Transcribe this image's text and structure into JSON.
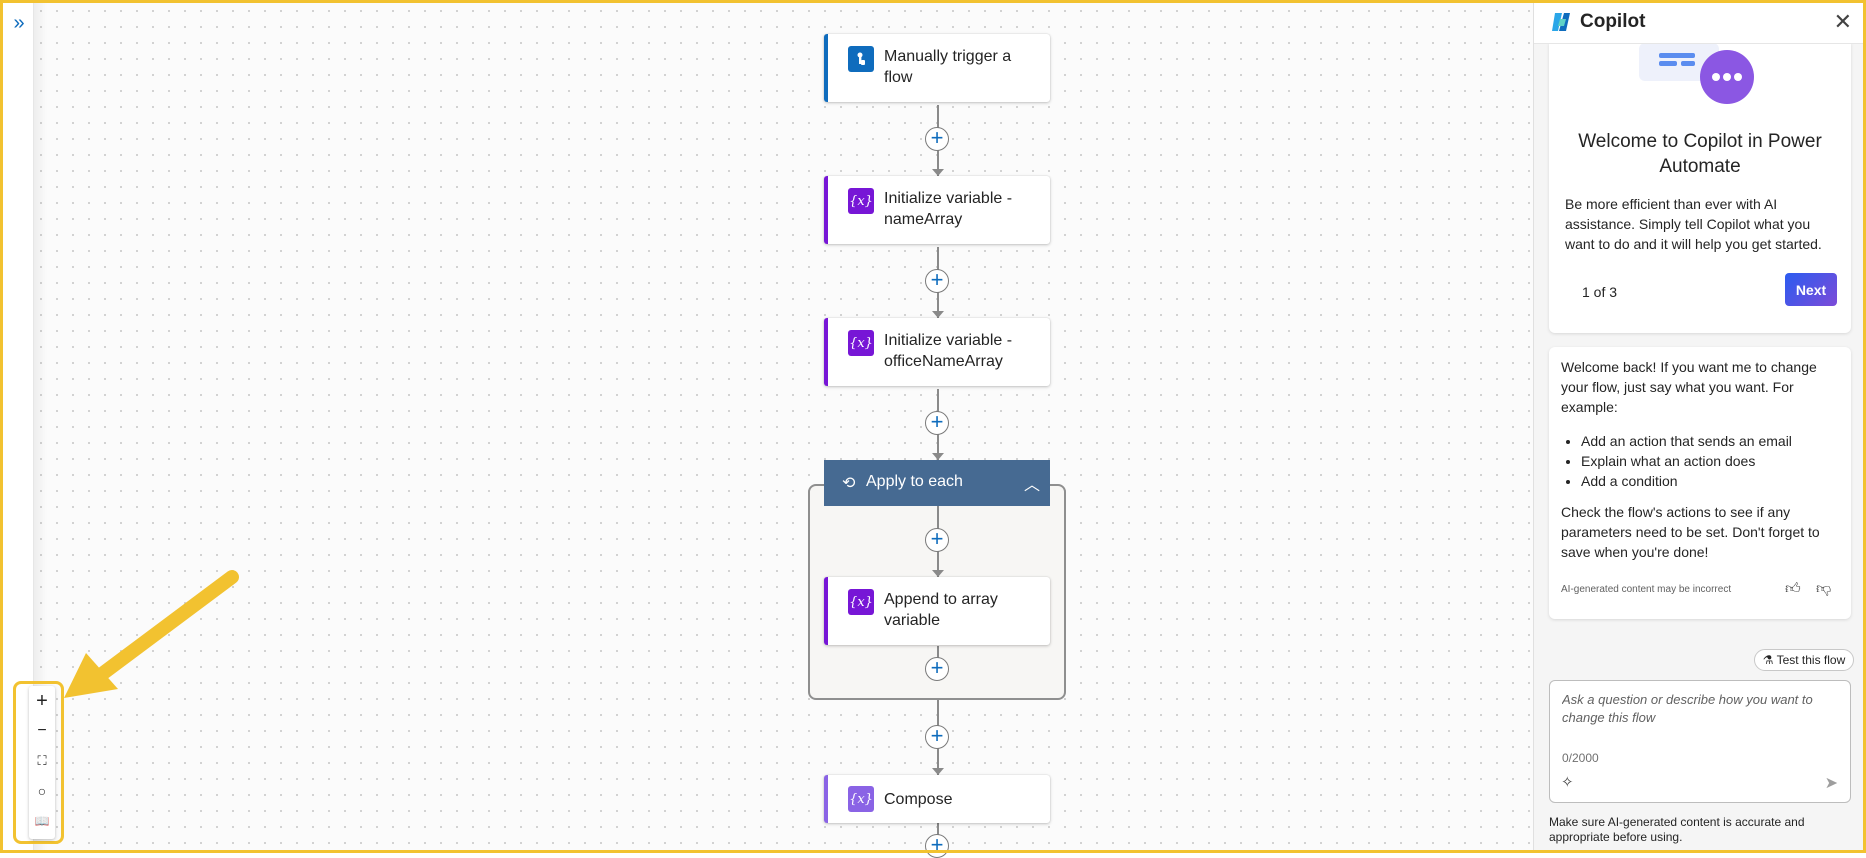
{
  "flow": {
    "trigger": {
      "title": "Manually trigger a flow"
    },
    "init_name": {
      "title": "Initialize variable - nameArray"
    },
    "init_office": {
      "title": "Initialize variable - officeNameArray"
    },
    "loop": {
      "title": "Apply to each"
    },
    "append": {
      "title": "Append to array variable"
    },
    "compose": {
      "title": "Compose"
    },
    "var_icon_glyph": "{x}",
    "plus_glyph": "+"
  },
  "zoom_controls": {
    "zoom_in": "+",
    "zoom_out": "−",
    "fit": "⛶",
    "minimap": "○",
    "legend": "📖"
  },
  "colors": {
    "highlight": "#f2c230",
    "loop_header": "#466a92",
    "variable_accent": "#7716d6",
    "trigger_accent": "#0f6cbd",
    "compose_accent": "#8a63e5"
  },
  "copilot": {
    "title": "Copilot",
    "close": "✕",
    "welcome": {
      "title": "Welcome to Copilot in Power Automate",
      "text": "Be more efficient than ever with AI assistance. Simply tell Copilot what you want to do and it will help you get started.",
      "pager": "1 of 3",
      "next_label": "Next"
    },
    "message": {
      "intro": "Welcome back! If you want me to change your flow, just say what you want. For example:",
      "examples": [
        "Add an action that sends an email",
        "Explain what an action does",
        "Add a condition"
      ],
      "outro": "Check the flow's actions to see if any parameters need to be set. Don't forget to save when you're done!",
      "disclaimer": "AI-generated content may be incorrect"
    },
    "test_flow_label": "Test this flow",
    "input": {
      "placeholder": "Ask a question or describe how you want to change this flow",
      "char_count": "0/2000"
    },
    "footer": "Make sure AI-generated content is accurate and appropriate before using."
  }
}
